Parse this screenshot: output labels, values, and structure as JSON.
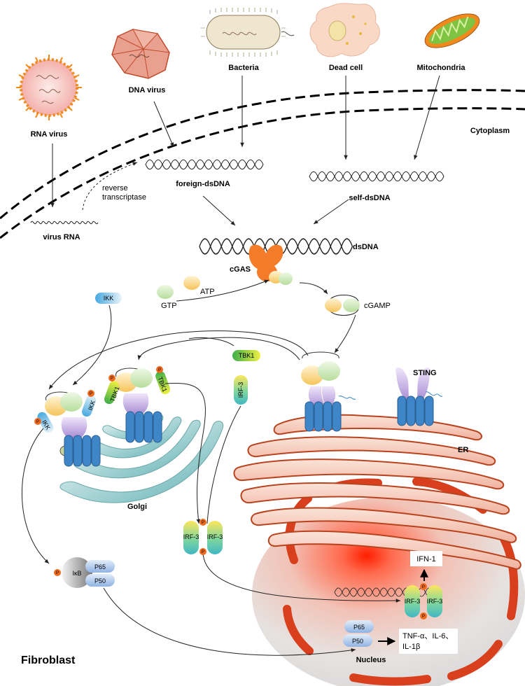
{
  "sources": {
    "rna_virus": "RNA virus",
    "dna_virus": "DNA virus",
    "bacteria": "Bacteria",
    "dead_cell": "Dead cell",
    "mitochondria": "Mitochondria"
  },
  "compartments": {
    "cytoplasm": "Cytoplasm",
    "er": "ER",
    "golgi": "Golgi",
    "nucleus": "Nucleus",
    "cell_type": "Fibroblast"
  },
  "nucleic_acids": {
    "foreign_dsdna": "foreign-dsDNA",
    "self_dsdna": "self-dsDNA",
    "virus_rna": "virus RNA",
    "dsdna": "dsDNA",
    "reverse_transcriptase_line1": "reverse",
    "reverse_transcriptase_line2": "transcriptase"
  },
  "molecules": {
    "cgas": "cGAS",
    "atp": "ATP",
    "gtp": "GTP",
    "cgamp": "cGAMP",
    "ikk": "IKK",
    "tbk1": "TBK1",
    "irf3": "IRF-3",
    "sting": "STING",
    "ikb": "IκB",
    "p65": "P65",
    "p50": "P50",
    "phospho": "P",
    "ifn1": "IFN-1",
    "cytokines_line1": "TNF-α、IL-6、",
    "cytokines_line2": "IL-1β"
  },
  "colors": {
    "atp_yellow": "#f6c45a",
    "cgamp_green": "#bfe3a6",
    "cgas_orange": "#f47b2a",
    "sting_purple": "#a98bd0",
    "sting_blue": "#3f86c8",
    "er_red": "#b8431f",
    "er_fill": "#f3c9bb",
    "golgi_teal": "#7fc0c2",
    "p_orange": "#f06a1e",
    "nucleus_red": "#ff2a0a"
  }
}
